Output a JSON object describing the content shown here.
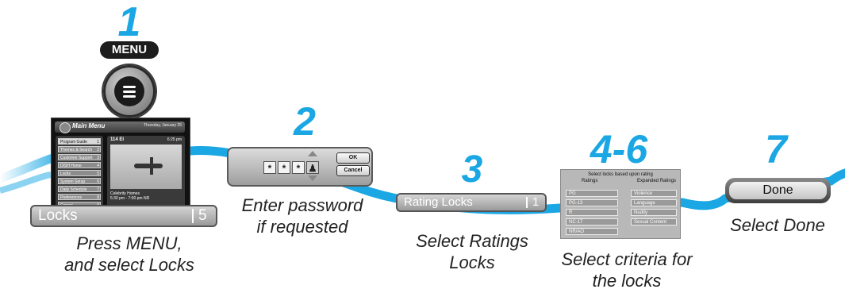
{
  "colors": {
    "step_number": "#1aa7e3",
    "ribbon": "#1aa7e3",
    "text": "#222222"
  },
  "steps": [
    {
      "number": "1",
      "caption_line1": "Press MENU,",
      "caption_line2": "and select Locks"
    },
    {
      "number": "2",
      "caption_line1": "Enter password",
      "caption_line2": "if requested"
    },
    {
      "number": "3",
      "caption_line1": "Select Ratings",
      "caption_line2": "Locks"
    },
    {
      "number": "4-6",
      "caption_line1": "Select criteria for",
      "caption_line2": "the locks"
    },
    {
      "number": "7",
      "caption_line1": "Select Done",
      "caption_line2": ""
    }
  ],
  "remote": {
    "menu_label": "MENU",
    "icon": "menu-lines-icon"
  },
  "tv_menu": {
    "title": "Main Menu",
    "date": "Thursday, January 25",
    "items": [
      {
        "label": "Program Guide",
        "num": "1"
      },
      {
        "label": "Themes & Search",
        "num": "2"
      },
      {
        "label": "Customer Support",
        "num": "3"
      },
      {
        "label": "DISH Home",
        "num": "4"
      },
      {
        "label": "Locks",
        "num": "5"
      },
      {
        "label": "System Setup",
        "num": "6"
      },
      {
        "label": "Daily Schedule",
        "num": "7"
      },
      {
        "label": "Preferences",
        "num": "8"
      },
      {
        "label": "Cancel",
        "num": "9"
      }
    ],
    "channel": "114 EI",
    "time": "6:25 pm",
    "program_title": "Celebrity Homes",
    "program_time": "5:30 pm - 7:00 pm   NR"
  },
  "locks_bar": {
    "label": "Locks",
    "number": "5"
  },
  "password_dialog": {
    "mask": "*",
    "ok_label": "OK",
    "cancel_label": "Cancel"
  },
  "rating_locks_bar": {
    "label": "Rating Locks",
    "number": "1"
  },
  "criteria_panel": {
    "heading": "Select locks based upon rating",
    "ratings_header": "Ratings",
    "expanded_header": "Expanded Ratings",
    "ratings": [
      "PG",
      "PG-13",
      "R",
      "NC-17",
      "NR/AO"
    ],
    "expanded_ratings": [
      "Violence",
      "Language",
      "Nudity",
      "Sexual Content"
    ]
  },
  "done_button": {
    "label": "Done"
  }
}
